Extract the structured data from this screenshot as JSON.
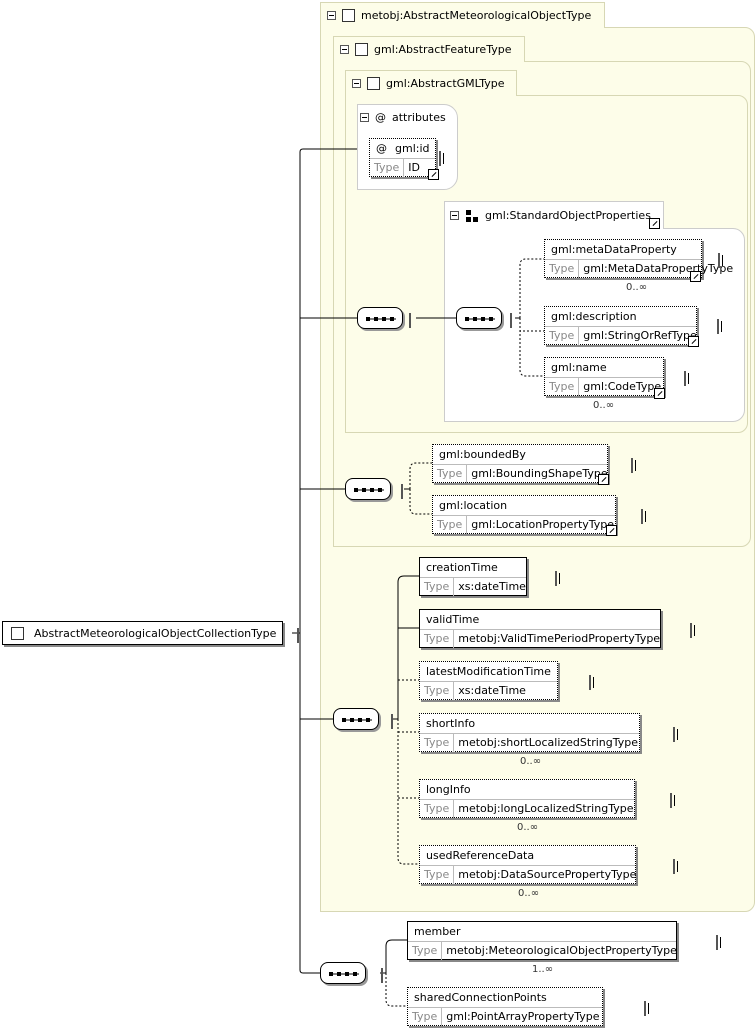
{
  "root": {
    "label": "AbstractMeteorologicalObjectCollectionType"
  },
  "types": {
    "met_object": "metobj:AbstractMeteorologicalObjectType",
    "feature": "gml:AbstractFeatureType",
    "gml": "gml:AbstractGMLType",
    "std_props": "gml:StandardObjectProperties"
  },
  "attributes": {
    "group_label": "attributes",
    "at_symbol": "@",
    "id": {
      "name": "gml:id",
      "type_key": "Type",
      "type": "ID"
    }
  },
  "type_key": "Type",
  "elements": {
    "metaDataProperty": {
      "name": "gml:metaDataProperty",
      "type": "gml:MetaDataPropertyType",
      "card": "0..∞"
    },
    "description": {
      "name": "gml:description",
      "type": "gml:StringOrRefType"
    },
    "name": {
      "name": "gml:name",
      "type": "gml:CodeType",
      "card": "0..∞"
    },
    "boundedBy": {
      "name": "gml:boundedBy",
      "type": "gml:BoundingShapeType"
    },
    "location": {
      "name": "gml:location",
      "type": "gml:LocationPropertyType"
    },
    "creationTime": {
      "name": "creationTime",
      "type": "xs:dateTime"
    },
    "validTime": {
      "name": "validTime",
      "type": "metobj:ValidTimePeriodPropertyType"
    },
    "latestModificationTime": {
      "name": "latestModificationTime",
      "type": "xs:dateTime"
    },
    "shortInfo": {
      "name": "shortInfo",
      "type": "metobj:shortLocalizedStringType",
      "card": "0..∞"
    },
    "longInfo": {
      "name": "longInfo",
      "type": "metobj:longLocalizedStringType",
      "card": "0..∞"
    },
    "usedReferenceData": {
      "name": "usedReferenceData",
      "type": "metobj:DataSourcePropertyType",
      "card": "0..∞"
    },
    "member": {
      "name": "member",
      "type": "metobj:MeteorologicalObjectPropertyType",
      "card": "1..∞"
    },
    "sharedConnectionPoints": {
      "name": "sharedConnectionPoints",
      "type": "gml:PointArrayPropertyType"
    }
  },
  "colors": {
    "region_fill": "#fdfde9",
    "region_border": "#d7d7b4"
  }
}
